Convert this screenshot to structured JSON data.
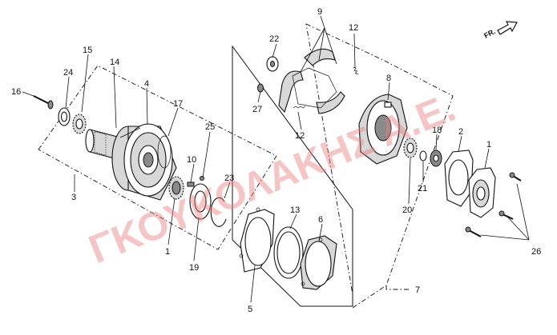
{
  "watermark": {
    "text": "ΓΚΟΥΚΟΛΑΚΗΣ Α.Ε.",
    "color": "#e98080"
  },
  "direction_indicator": {
    "label": "FR.",
    "icon": "arrow-right-icon"
  },
  "callouts": {
    "c1a": "1",
    "c1b": "1",
    "c2": "2",
    "c3": "3",
    "c4": "4",
    "c5": "5",
    "c6": "6",
    "c7": "7",
    "c8": "8",
    "c9": "9",
    "c10": "10",
    "c12a": "12",
    "c12b": "12",
    "c13": "13",
    "c14": "14",
    "c15": "15",
    "c16": "16",
    "c17": "17",
    "c18": "18",
    "c19": "19",
    "c20": "20",
    "c21": "21",
    "c22": "22",
    "c23": "23",
    "c24": "24",
    "c25": "25",
    "c26": "26",
    "c27": "27"
  }
}
